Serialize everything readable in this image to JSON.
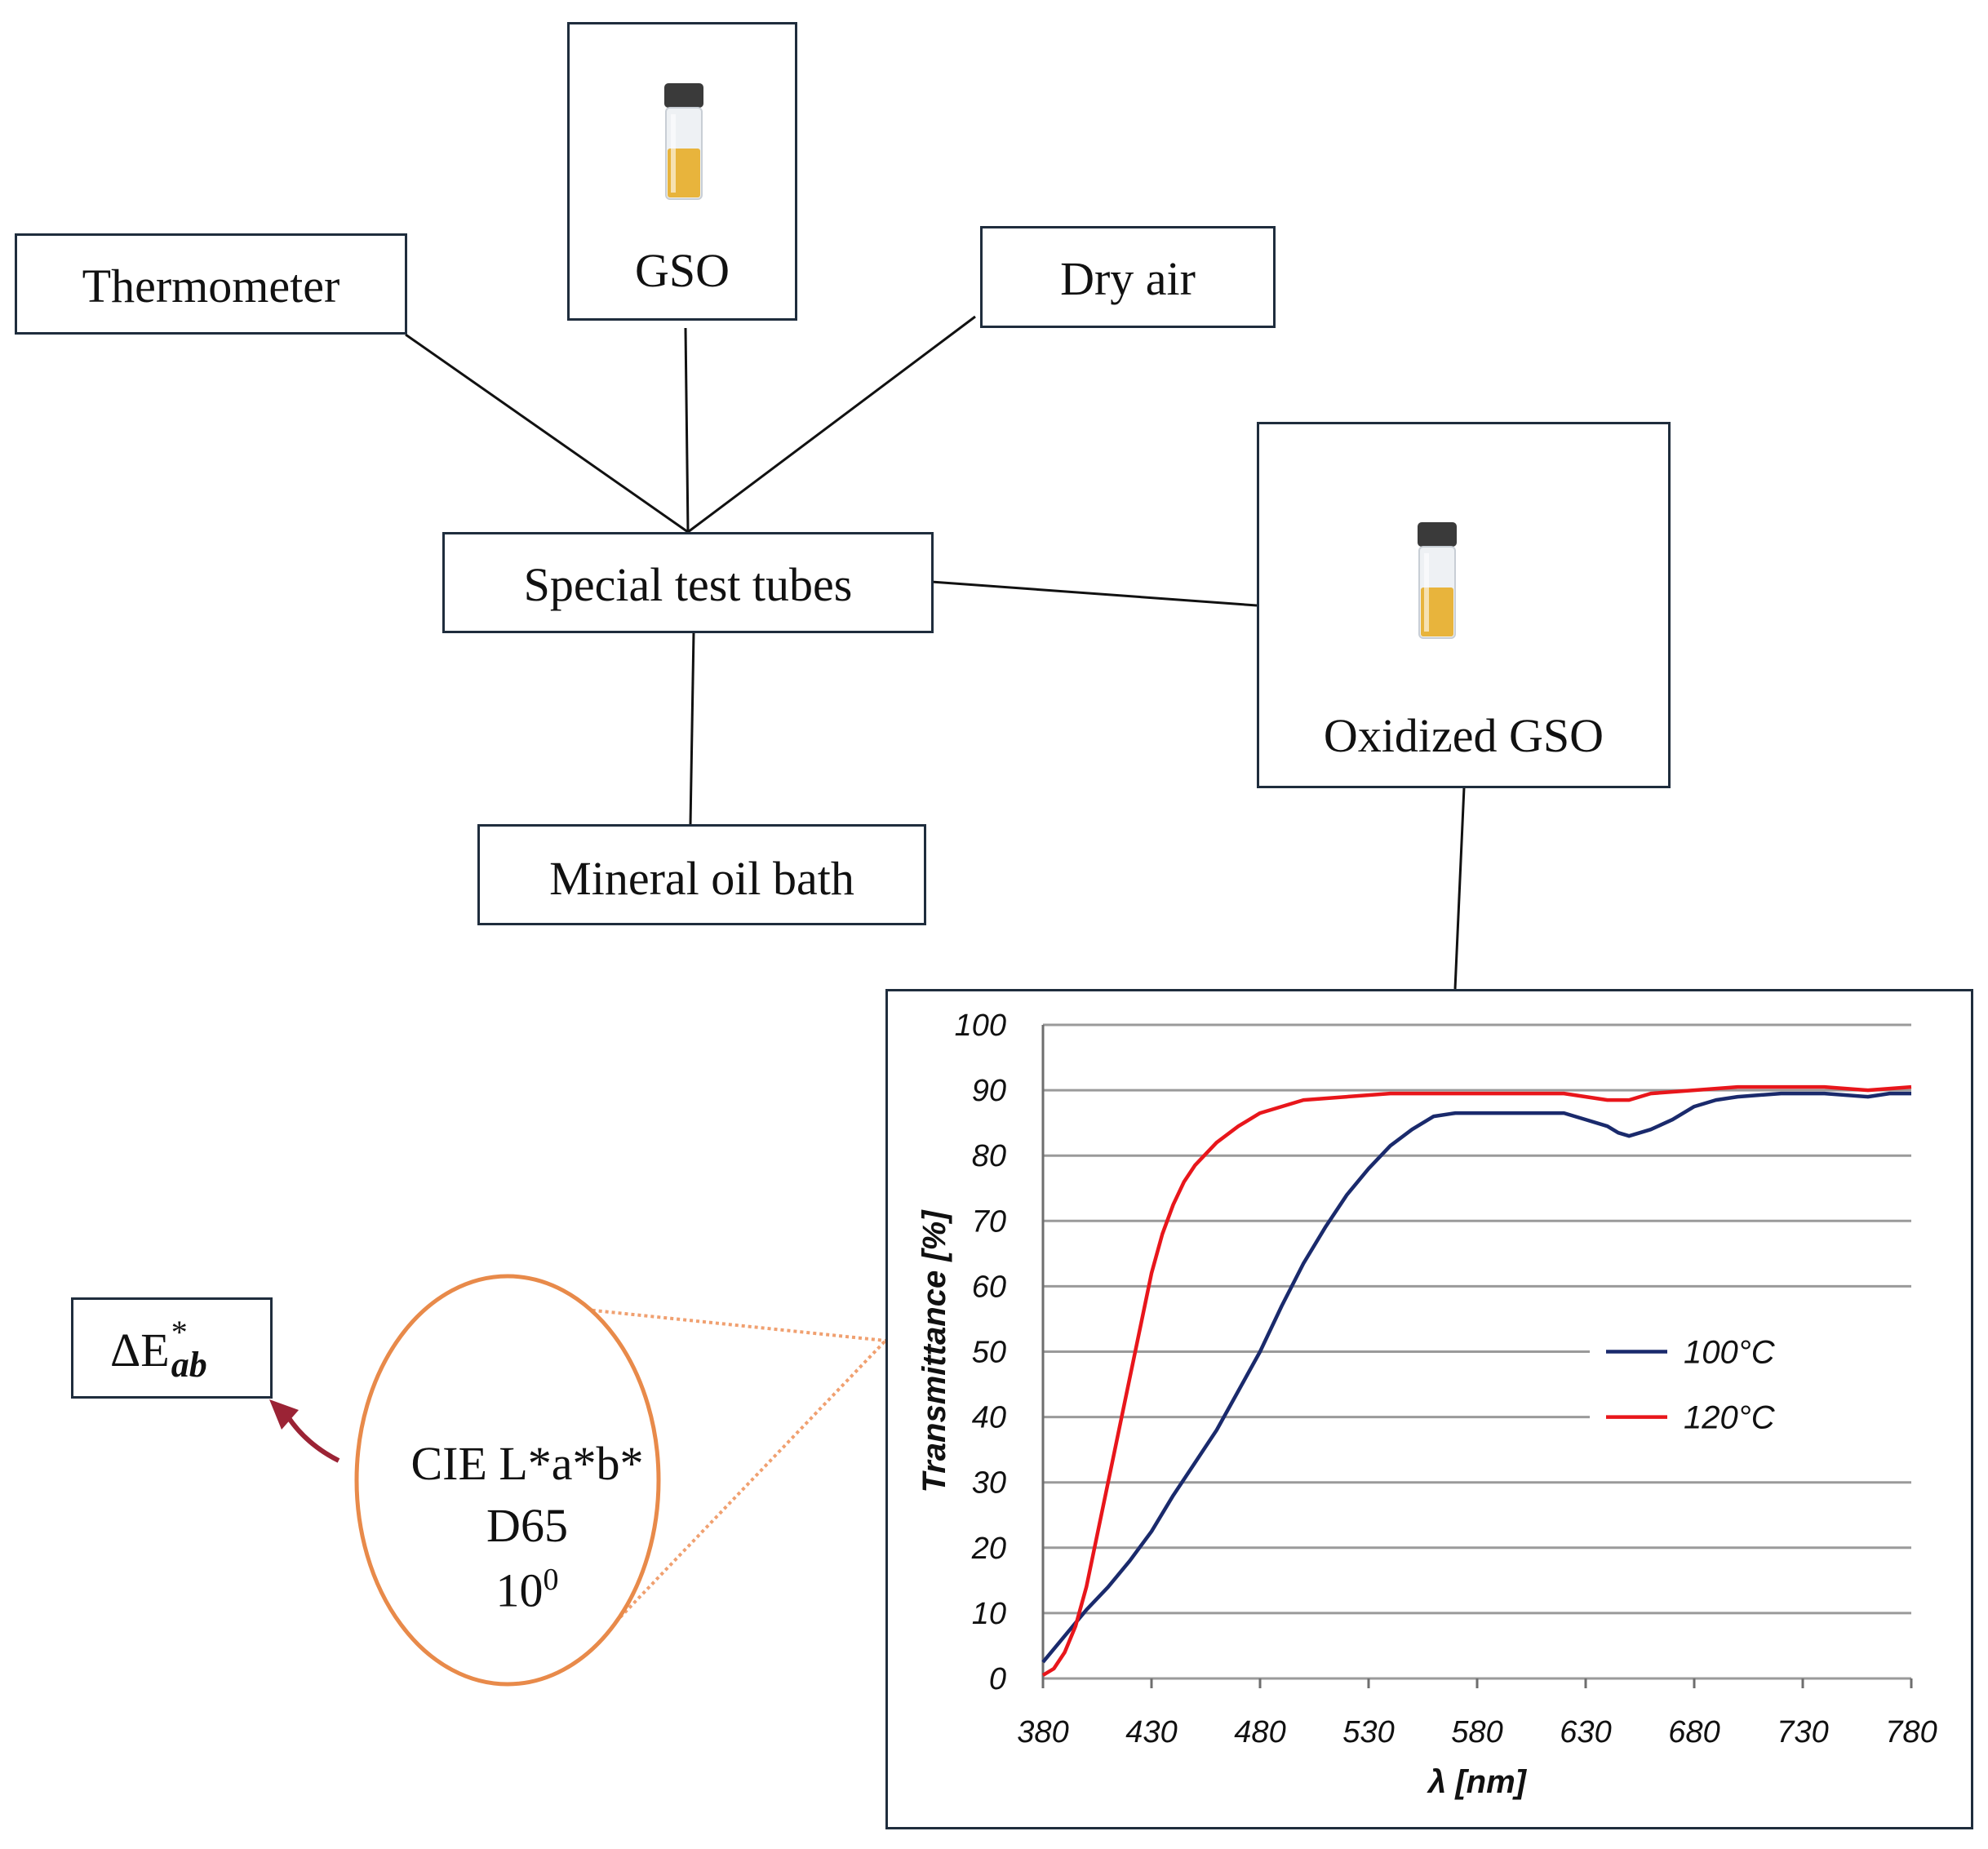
{
  "diagram": {
    "nodes": {
      "thermometer": "Thermometer",
      "gso": "GSO",
      "dry_air": "Dry air",
      "special_test_tubes": "Special test tubes",
      "oxidized_gso": "Oxidized GSO",
      "mineral_oil_bath": "Mineral oil bath"
    },
    "delta_e": {
      "base": "ΔE",
      "superscript": "*",
      "subscript": "ab"
    },
    "cie": {
      "line1": "CIE L*a*b*",
      "line2": "D65",
      "line3_base": "10",
      "line3_sup": "0"
    },
    "icons": [
      "vial-icon",
      "vial-icon"
    ],
    "colors": {
      "box_border": "#1f2d3d",
      "vial_liquid": "#e8b43c",
      "ellipse": "#e88a4a",
      "arrow": "#9b2335"
    }
  },
  "chart_data": {
    "type": "line",
    "xlabel": "λ [nm]",
    "ylabel": "Transmittance [%]",
    "xlim": [
      380,
      780
    ],
    "ylim": [
      0,
      100
    ],
    "xticks": [
      380,
      430,
      480,
      530,
      580,
      630,
      680,
      730,
      780
    ],
    "yticks": [
      0,
      10,
      20,
      30,
      40,
      50,
      60,
      70,
      80,
      90,
      100
    ],
    "grid": true,
    "legend_position": "right",
    "series": [
      {
        "name": "100°C",
        "color": "#1a2a6c",
        "x": [
          380,
          390,
          400,
          410,
          420,
          430,
          440,
          450,
          460,
          470,
          480,
          490,
          500,
          510,
          520,
          530,
          540,
          550,
          560,
          570,
          580,
          590,
          600,
          610,
          620,
          630,
          640,
          645,
          650,
          655,
          660,
          670,
          680,
          690,
          700,
          720,
          740,
          760,
          770,
          780
        ],
        "y": [
          2.5,
          6.5,
          10.5,
          14,
          18,
          22.5,
          28,
          33,
          38,
          44,
          50,
          57,
          63.5,
          69,
          74,
          78,
          81.5,
          84,
          86,
          86.5,
          86.5,
          86.5,
          86.5,
          86.5,
          86.5,
          85.5,
          84.5,
          83.5,
          83,
          83.5,
          84,
          85.5,
          87.5,
          88.5,
          89,
          89.5,
          89.5,
          89,
          89.5,
          89.5
        ]
      },
      {
        "name": "120°C",
        "color": "#e8161b",
        "x": [
          380,
          385,
          390,
          395,
          400,
          405,
          410,
          415,
          420,
          425,
          430,
          435,
          440,
          445,
          450,
          460,
          470,
          480,
          490,
          500,
          520,
          540,
          560,
          580,
          600,
          620,
          630,
          640,
          650,
          660,
          680,
          700,
          720,
          740,
          760,
          780
        ],
        "y": [
          0.5,
          1.5,
          4,
          8,
          14,
          22,
          30,
          38,
          46,
          54,
          62,
          68,
          72.5,
          76,
          78.5,
          82,
          84.5,
          86.5,
          87.5,
          88.5,
          89,
          89.5,
          89.5,
          89.5,
          89.5,
          89.5,
          89,
          88.5,
          88.5,
          89.5,
          90,
          90.5,
          90.5,
          90.5,
          90,
          90.5
        ]
      }
    ]
  }
}
